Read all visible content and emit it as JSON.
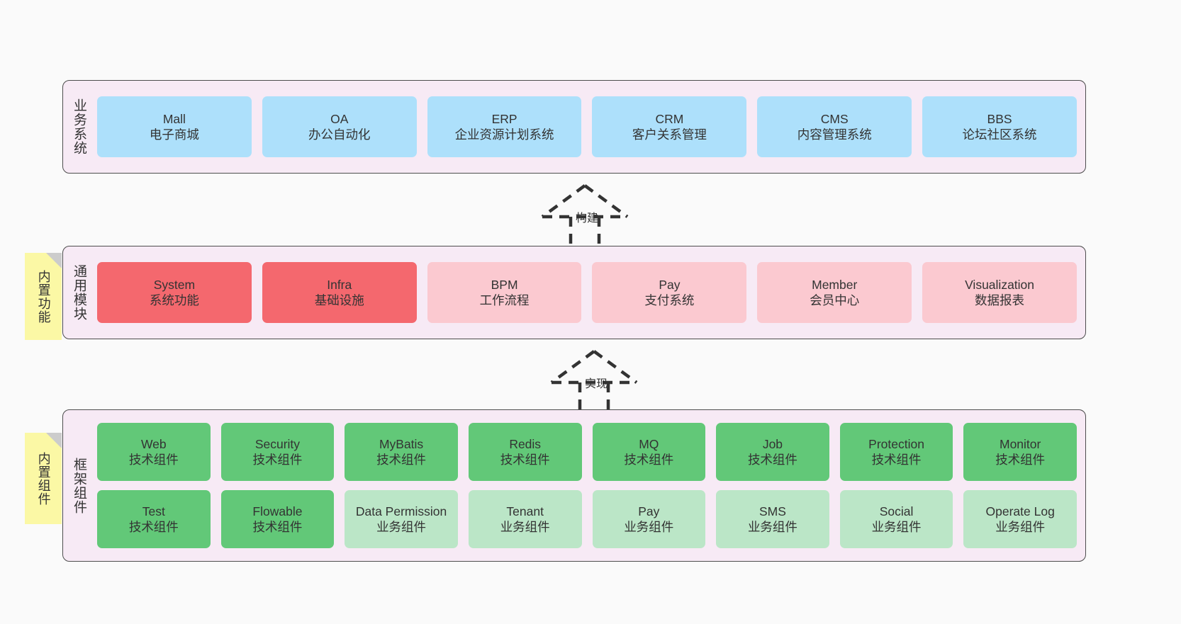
{
  "diagram": {
    "background_color": "#fafafa",
    "band_color": "#f7eaf5",
    "band_border_color": "#4d4d4d",
    "colors": {
      "business_system": "#ade0fb",
      "core_module_strong": "#f4686e",
      "core_module_soft": "#fbc9d0",
      "tech_component": "#62c878",
      "biz_component": "#bbe6c7",
      "sticky_note": "#fbf8a5",
      "sticky_fold": "#cccccc"
    }
  },
  "layers": [
    {
      "id": "business-system",
      "title": "业务系统",
      "rows": [
        {
          "style": "n-blue",
          "nodes": [
            {
              "en": "Mall",
              "cn": "电子商城"
            },
            {
              "en": "OA",
              "cn": "办公自动化"
            },
            {
              "en": "ERP",
              "cn": "企业资源计划系统"
            },
            {
              "en": "CRM",
              "cn": "客户关系管理"
            },
            {
              "en": "CMS",
              "cn": "内容管理系统"
            },
            {
              "en": "BBS",
              "cn": "论坛社区系统"
            }
          ]
        }
      ]
    },
    {
      "id": "common-module",
      "title": "通用模块",
      "sticky": "内置功能",
      "rows": [
        {
          "style": "mixed",
          "nodes": [
            {
              "en": "System",
              "cn": "系统功能",
              "style": "n-red"
            },
            {
              "en": "Infra",
              "cn": "基础设施",
              "style": "n-red"
            },
            {
              "en": "BPM",
              "cn": "工作流程",
              "style": "n-pink"
            },
            {
              "en": "Pay",
              "cn": "支付系统",
              "style": "n-pink"
            },
            {
              "en": "Member",
              "cn": "会员中心",
              "style": "n-pink"
            },
            {
              "en": "Visualization",
              "cn": "数据报表",
              "style": "n-pink"
            }
          ]
        }
      ]
    },
    {
      "id": "framework-component",
      "title": "框架组件",
      "sticky": "内置组件",
      "rows": [
        {
          "style": "n-green",
          "nodes": [
            {
              "en": "Web",
              "cn": "技术组件"
            },
            {
              "en": "Security",
              "cn": "技术组件"
            },
            {
              "en": "MyBatis",
              "cn": "技术组件"
            },
            {
              "en": "Redis",
              "cn": "技术组件"
            },
            {
              "en": "MQ",
              "cn": "技术组件"
            },
            {
              "en": "Job",
              "cn": "技术组件"
            },
            {
              "en": "Protection",
              "cn": "技术组件"
            },
            {
              "en": "Monitor",
              "cn": "技术组件"
            }
          ]
        },
        {
          "style": "mixed2",
          "nodes": [
            {
              "en": "Test",
              "cn": "技术组件",
              "style": "n-green"
            },
            {
              "en": "Flowable",
              "cn": "技术组件",
              "style": "n-green"
            },
            {
              "en": "Data Permission",
              "cn": "业务组件",
              "style": "n-greenlight"
            },
            {
              "en": "Tenant",
              "cn": "业务组件",
              "style": "n-greenlight"
            },
            {
              "en": "Pay",
              "cn": "业务组件",
              "style": "n-greenlight"
            },
            {
              "en": "SMS",
              "cn": "业务组件",
              "style": "n-greenlight"
            },
            {
              "en": "Social",
              "cn": "业务组件",
              "style": "n-greenlight"
            },
            {
              "en": "Operate Log",
              "cn": "业务组件",
              "style": "n-greenlight"
            }
          ]
        }
      ]
    }
  ],
  "connectors": [
    {
      "id": "build",
      "label": "构建"
    },
    {
      "id": "implement",
      "label": "实现"
    }
  ]
}
